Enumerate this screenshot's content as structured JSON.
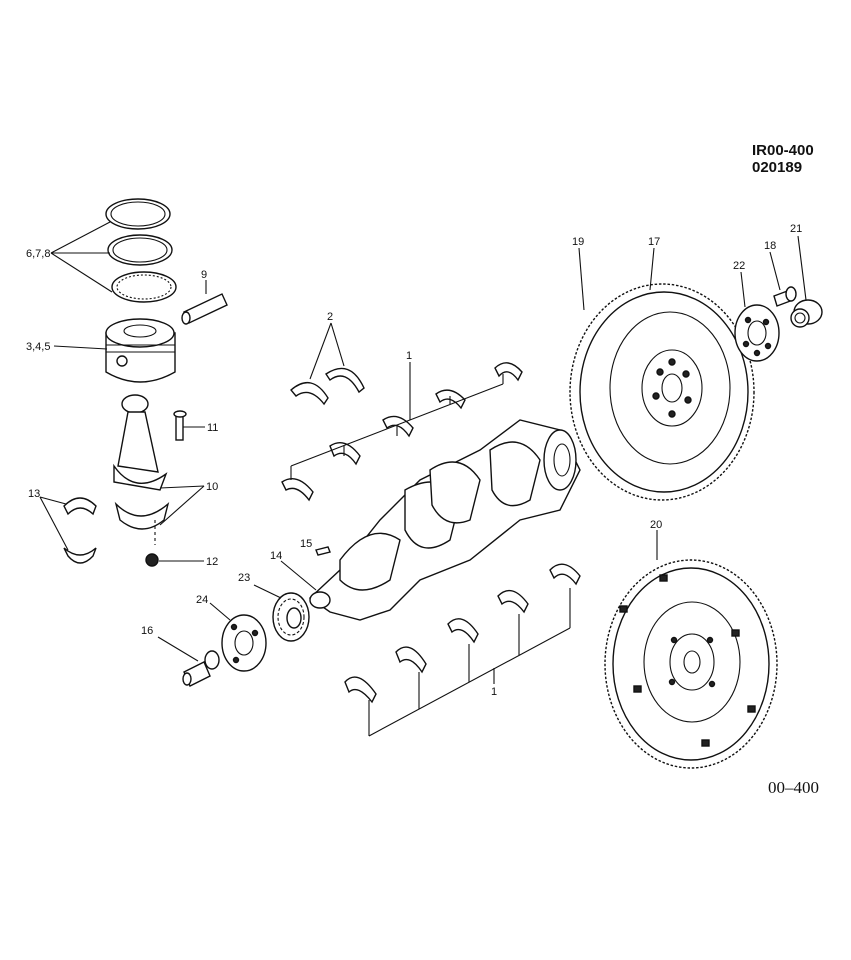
{
  "header": {
    "drawing_code": "IR00-400",
    "date_code": "020189"
  },
  "footer": {
    "page_ref": "00–400"
  },
  "callouts": {
    "rings": "6,7,8",
    "piston": "3,4,5",
    "pin": "9",
    "rod_bolt": "11",
    "rod_bearing_shells": "13",
    "rod_parts": "10",
    "rod_nut": "12",
    "thrust_washers": "2",
    "main_bearings_upper": "1",
    "key": "15",
    "seal": "14",
    "sprocket": "23",
    "pulley_hub": "24",
    "crank_bolt": "16",
    "main_bearings_lower": "1",
    "flywheel_ring": "19",
    "flywheel": "17",
    "bolt": "18",
    "bushing": "21",
    "plate": "22",
    "flexplate": "20"
  }
}
